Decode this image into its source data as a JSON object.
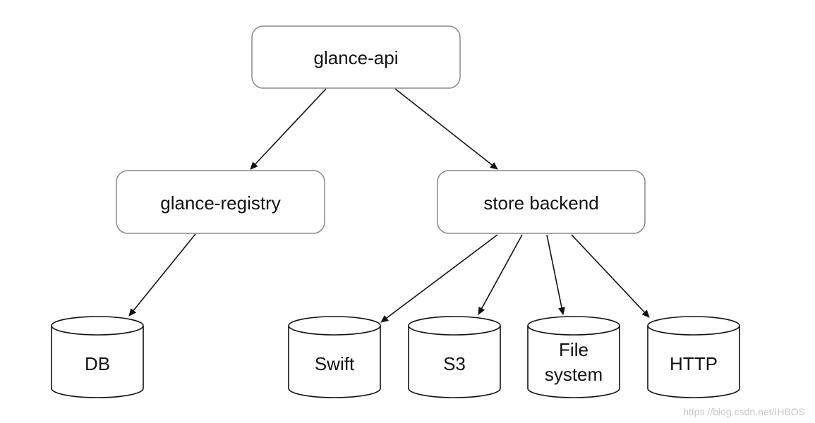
{
  "nodes": {
    "api": {
      "label": "glance-api"
    },
    "registry": {
      "label": "glance-registry"
    },
    "store": {
      "label": "store backend"
    }
  },
  "databases": {
    "db": {
      "label": "DB"
    },
    "swift": {
      "label": "Swift"
    },
    "s3": {
      "label": "S3"
    },
    "fs": {
      "label_line1": "File",
      "label_line2": "system"
    },
    "http": {
      "label": "HTTP"
    }
  },
  "watermark": "https://blog.csdn.net/IHBOS",
  "colors": {
    "stroke": "#111111",
    "box_border": "#888888",
    "fill": "#ffffff"
  }
}
